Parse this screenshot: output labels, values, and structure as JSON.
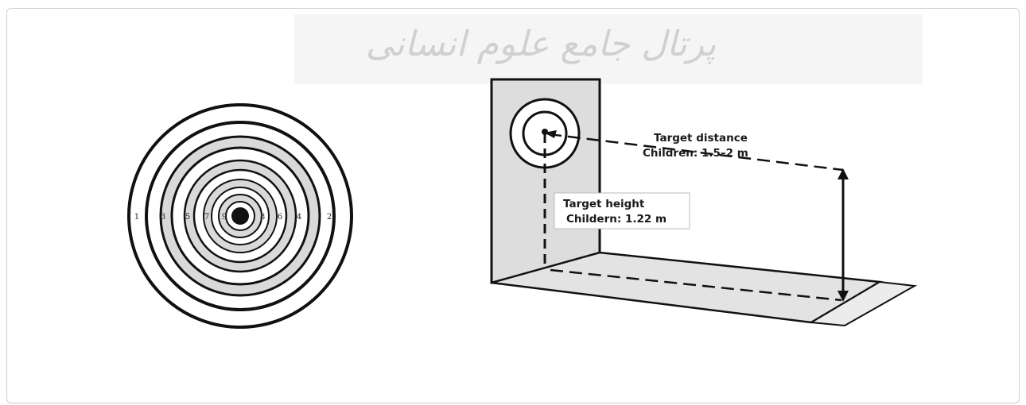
{
  "watermark": "پرتال جامع علوم انسانی",
  "target": {
    "ring_numbers": [
      "1",
      "3",
      "5",
      "7",
      "9",
      "8",
      "6",
      "4",
      "2"
    ],
    "ring_fills": [
      "#ffffff",
      "#ffffff",
      "#d9d9d9",
      "#ffffff",
      "#d9d9d9",
      "#ffffff",
      "#d9d9d9",
      "#ffffff",
      "#d9d9d9",
      "#ffffff",
      "#111111"
    ]
  },
  "setup": {
    "distance_title": "Target distance",
    "distance_value": "Children: 1.5–2 m",
    "height_title": "Target height",
    "height_value": "Childern: 1.22 m"
  }
}
